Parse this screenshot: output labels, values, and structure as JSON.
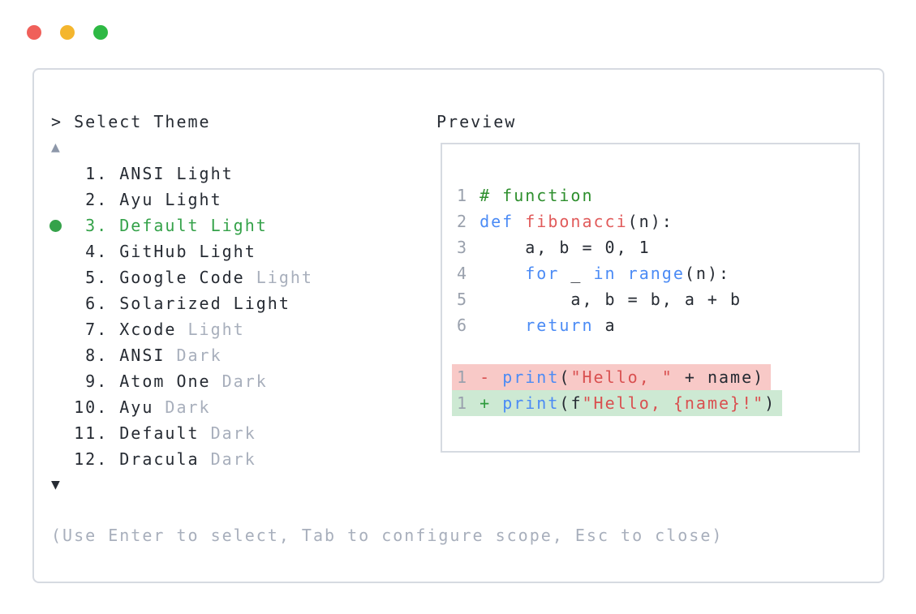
{
  "window": {
    "traffic_lights": [
      {
        "name": "close-button",
        "color": "#f0605a"
      },
      {
        "name": "minimize-button",
        "color": "#f4b62e"
      },
      {
        "name": "maximize-button",
        "color": "#2eb944"
      }
    ]
  },
  "prompt": {
    "text": "> Select Theme"
  },
  "list": {
    "scroll_up_icon": "▲",
    "scroll_down_icon": "▼",
    "items": [
      {
        "num": "1",
        "primary": "ANSI Light",
        "secondary": "",
        "selected": false
      },
      {
        "num": "2",
        "primary": "Ayu Light",
        "secondary": "",
        "selected": false
      },
      {
        "num": "3",
        "primary": "Default Light",
        "secondary": "",
        "selected": true
      },
      {
        "num": "4",
        "primary": "GitHub Light",
        "secondary": "",
        "selected": false
      },
      {
        "num": "5",
        "primary": "Google Code",
        "secondary": "Light",
        "selected": false
      },
      {
        "num": "6",
        "primary": "Solarized Light",
        "secondary": "",
        "selected": false
      },
      {
        "num": "7",
        "primary": "Xcode",
        "secondary": "Light",
        "selected": false
      },
      {
        "num": "8",
        "primary": "ANSI",
        "secondary": "Dark",
        "selected": false
      },
      {
        "num": "9",
        "primary": "Atom One",
        "secondary": "Dark",
        "selected": false
      },
      {
        "num": "10",
        "primary": "Ayu",
        "secondary": "Dark",
        "selected": false
      },
      {
        "num": "11",
        "primary": "Default",
        "secondary": "Dark",
        "selected": false
      },
      {
        "num": "12",
        "primary": "Dracula",
        "secondary": "Dark",
        "selected": false
      }
    ]
  },
  "preview": {
    "label": "Preview",
    "code_lines": [
      {
        "num": "1",
        "bg": "",
        "tokens": [
          {
            "t": "# function",
            "c": "com"
          }
        ]
      },
      {
        "num": "2",
        "bg": "",
        "tokens": [
          {
            "t": "def",
            "c": "kw"
          },
          {
            "t": " ",
            "c": "pl"
          },
          {
            "t": "fibonacci",
            "c": "fn"
          },
          {
            "t": "(n):",
            "c": "pl"
          }
        ]
      },
      {
        "num": "3",
        "bg": "",
        "tokens": [
          {
            "t": "    a, b = 0, 1",
            "c": "pl"
          }
        ]
      },
      {
        "num": "4",
        "bg": "",
        "tokens": [
          {
            "t": "    ",
            "c": "pl"
          },
          {
            "t": "for",
            "c": "kw"
          },
          {
            "t": " _ ",
            "c": "pl"
          },
          {
            "t": "in",
            "c": "kw"
          },
          {
            "t": " ",
            "c": "pl"
          },
          {
            "t": "range",
            "c": "kw"
          },
          {
            "t": "(n):",
            "c": "pl"
          }
        ]
      },
      {
        "num": "5",
        "bg": "",
        "tokens": [
          {
            "t": "        a, b = b, a + b",
            "c": "pl"
          }
        ]
      },
      {
        "num": "6",
        "bg": "",
        "tokens": [
          {
            "t": "    ",
            "c": "pl"
          },
          {
            "t": "return",
            "c": "kw"
          },
          {
            "t": " a",
            "c": "pl"
          }
        ]
      },
      {
        "num": "",
        "bg": "",
        "tokens": []
      },
      {
        "num": "1",
        "bg": "del",
        "tokens": [
          {
            "t": "- ",
            "c": "del-sign"
          },
          {
            "t": "print",
            "c": "kw"
          },
          {
            "t": "(",
            "c": "pl"
          },
          {
            "t": "\"Hello, \"",
            "c": "str"
          },
          {
            "t": " + name)",
            "c": "pl"
          }
        ]
      },
      {
        "num": "1",
        "bg": "add",
        "tokens": [
          {
            "t": "+ ",
            "c": "add-sign"
          },
          {
            "t": "print",
            "c": "kw"
          },
          {
            "t": "(f",
            "c": "pl"
          },
          {
            "t": "\"Hello, {name}!\"",
            "c": "str"
          },
          {
            "t": ")",
            "c": "pl"
          }
        ]
      }
    ]
  },
  "footer": {
    "hint": "(Use Enter to select, Tab to configure scope, Esc to close)"
  },
  "palette": {
    "textDark": "#262b33",
    "textGray": "#a8afbc",
    "lineNum": "#9aa1ad",
    "arrowGray": "#8d97a9",
    "selectGreen": "#35a24a",
    "commentGreen": "#2e8f2e",
    "keywordBlue": "#4b8bf5",
    "funcRed": "#e15b5b",
    "stringRed": "#d95050",
    "delSign": "#d95050",
    "addSign": "#2e9b3d",
    "delBg": "#f8c9c7",
    "addBg": "#cde9d3",
    "border": "#d6dae1"
  }
}
